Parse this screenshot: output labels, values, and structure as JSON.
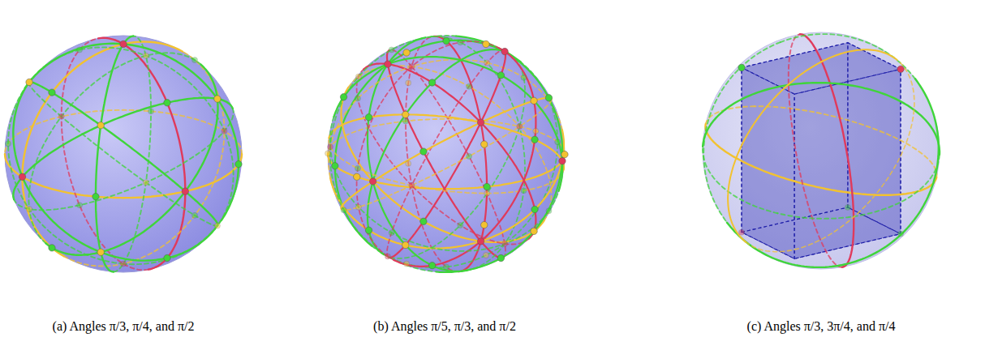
{
  "diagram": {
    "labels": [
      "(a) Angles π/3, π/4, and π/2",
      "(b) Angles π/5, π/3, and π/2",
      "(c) Angles π/3, 3π/4, and π/4"
    ]
  }
}
